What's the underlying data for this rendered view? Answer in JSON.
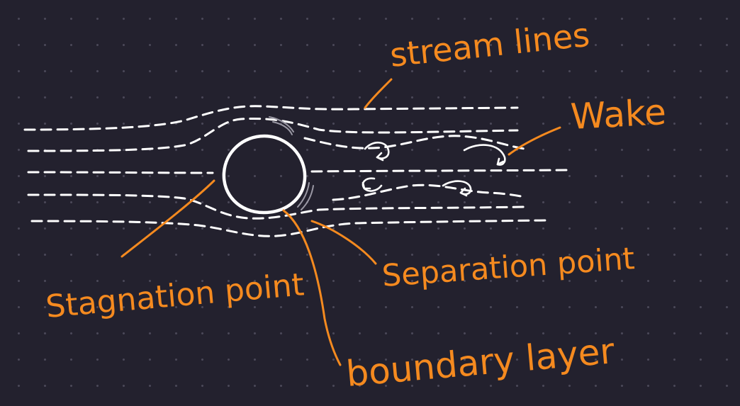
{
  "labels": {
    "stream_lines": "stream lines",
    "wake": "Wake",
    "stagnation_point": "Stagnation point",
    "separation_point": "Separation point",
    "boundary_layer": "boundary layer"
  },
  "colors": {
    "background": "#23212e",
    "grid_dot": "#4a4858",
    "annotation": "#f58a1f",
    "flow": "#ffffff"
  }
}
